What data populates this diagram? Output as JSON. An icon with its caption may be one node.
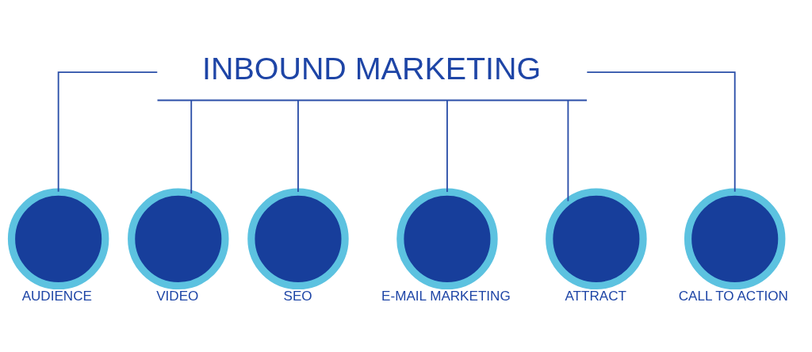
{
  "diagram": {
    "nodes": [
      {
        "text": [
          "INBOUND MARKETING"
        ]
      },
      {
        "text": [
          "AUDIENCE"
        ]
      },
      {
        "text": [
          "VIDEO"
        ]
      },
      {
        "text": [
          "SEO"
        ]
      },
      {
        "text": [
          "E-MAIL MARKETING"
        ]
      },
      {
        "text": [
          "ATTRACT"
        ]
      },
      {
        "text": [
          "CALL TO ACTION"
        ]
      }
    ],
    "edges": [
      {
        "from": 0,
        "to": 1,
        "arrow": "none"
      },
      {
        "from": 0,
        "to": 2,
        "arrow": "none"
      },
      {
        "from": 0,
        "to": 3,
        "arrow": "none"
      },
      {
        "from": 0,
        "to": 4,
        "arrow": "none"
      },
      {
        "from": 0,
        "to": 5,
        "arrow": "none"
      },
      {
        "from": 0,
        "to": 6,
        "arrow": "none"
      }
    ]
  }
}
